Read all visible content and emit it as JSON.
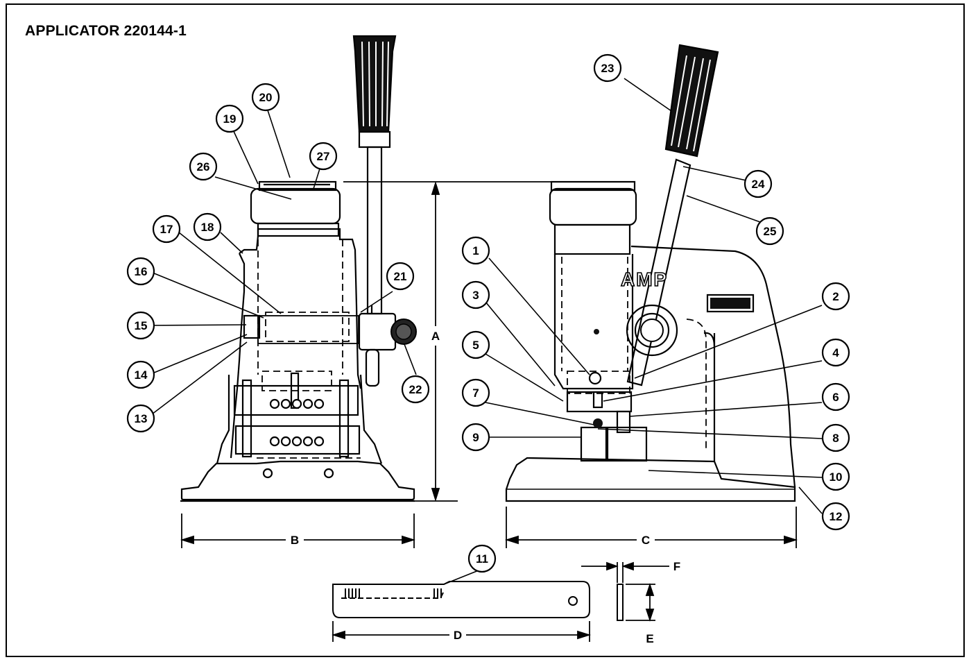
{
  "title": "APPLICATOR 220144-1",
  "callouts": [
    "1",
    "2",
    "3",
    "4",
    "5",
    "6",
    "7",
    "8",
    "9",
    "10",
    "10",
    "11",
    "12",
    "13",
    "14",
    "15",
    "16",
    "17",
    "18",
    "19",
    "20",
    "21",
    "22",
    "23",
    "24",
    "25",
    "26",
    "27"
  ],
  "dimensions": [
    "A",
    "B",
    "C",
    "D",
    "E",
    "F"
  ],
  "logo_text": "AMP",
  "icons": [
    "knob-icon",
    "grip-handle-icon"
  ]
}
